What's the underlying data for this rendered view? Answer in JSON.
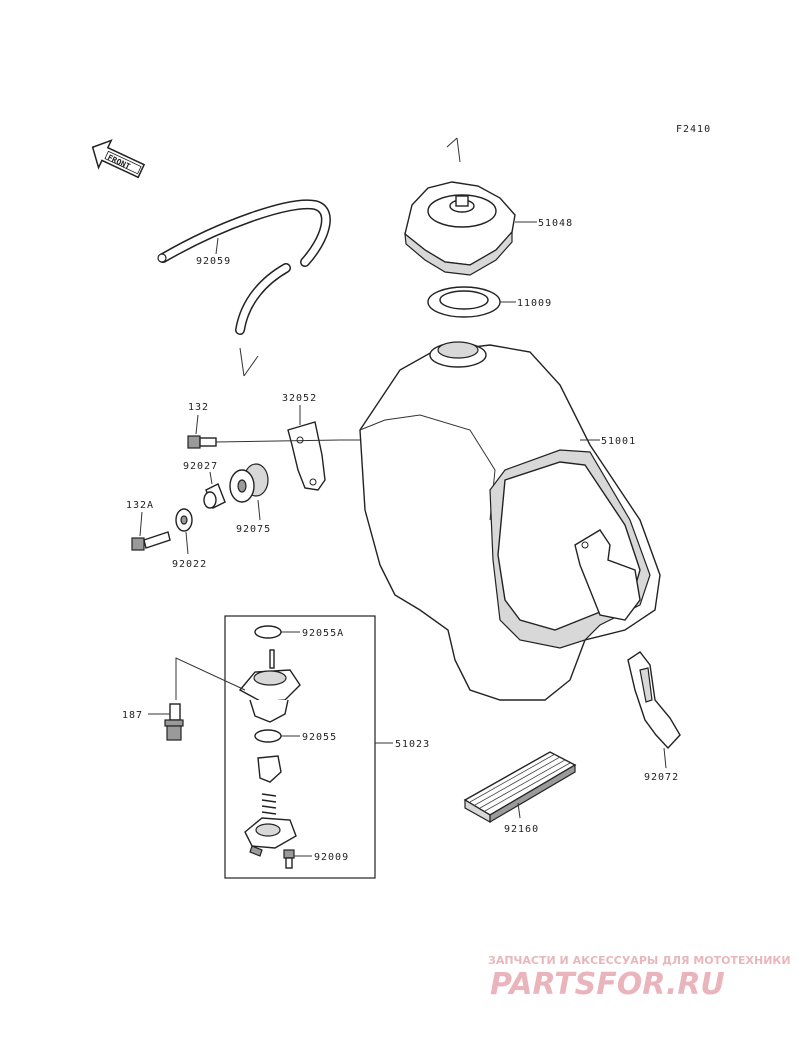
{
  "figure_code": "F2410",
  "front_arrow": {
    "label": "FRONT",
    "icon": "front-arrow-icon"
  },
  "parts": [
    {
      "id": "51048",
      "name": "fuel-cap"
    },
    {
      "id": "11009",
      "name": "cap-gasket"
    },
    {
      "id": "92059",
      "name": "breather-hose"
    },
    {
      "id": "32052",
      "name": "mounting-bracket"
    },
    {
      "id": "132",
      "name": "bolt"
    },
    {
      "id": "92027",
      "name": "collar"
    },
    {
      "id": "92075",
      "name": "damper"
    },
    {
      "id": "132A",
      "name": "bolt-a"
    },
    {
      "id": "92022",
      "name": "washer"
    },
    {
      "id": "51001",
      "name": "fuel-tank"
    },
    {
      "id": "92055A",
      "name": "o-ring-a"
    },
    {
      "id": "187",
      "name": "flange-bolt"
    },
    {
      "id": "92055",
      "name": "o-ring"
    },
    {
      "id": "51023",
      "name": "fuel-cock-assembly"
    },
    {
      "id": "92009",
      "name": "screw"
    },
    {
      "id": "92072",
      "name": "strap-band"
    },
    {
      "id": "92160",
      "name": "pad"
    }
  ],
  "watermark": {
    "tagline": "ЗАПЧАСТИ И АКСЕССУАРЫ ДЛЯ МОТОТЕХНИКИ",
    "logo": "PARTSFOR.RU",
    "color": "#e8b0b8"
  }
}
